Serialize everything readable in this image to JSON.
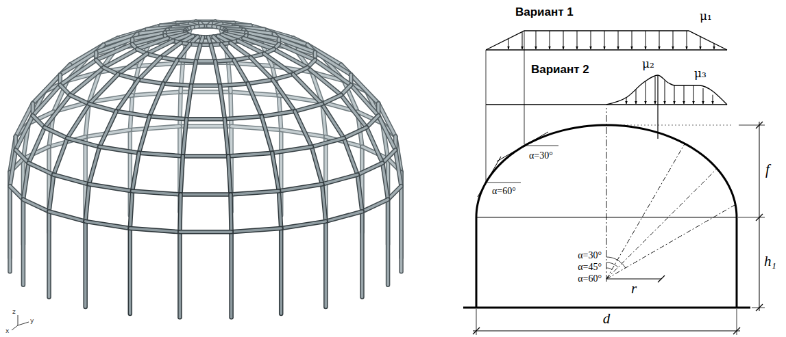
{
  "diagram": {
    "labels": [
      "Вариант 1",
      "μ₁",
      "Вариант 2",
      "μ₂",
      "μ₃",
      "α=30°",
      "α=60°",
      "α=30°",
      "α=45°",
      "α=60°",
      "r",
      "f",
      "h₁",
      "d",
      "z",
      "y",
      "x"
    ]
  }
}
